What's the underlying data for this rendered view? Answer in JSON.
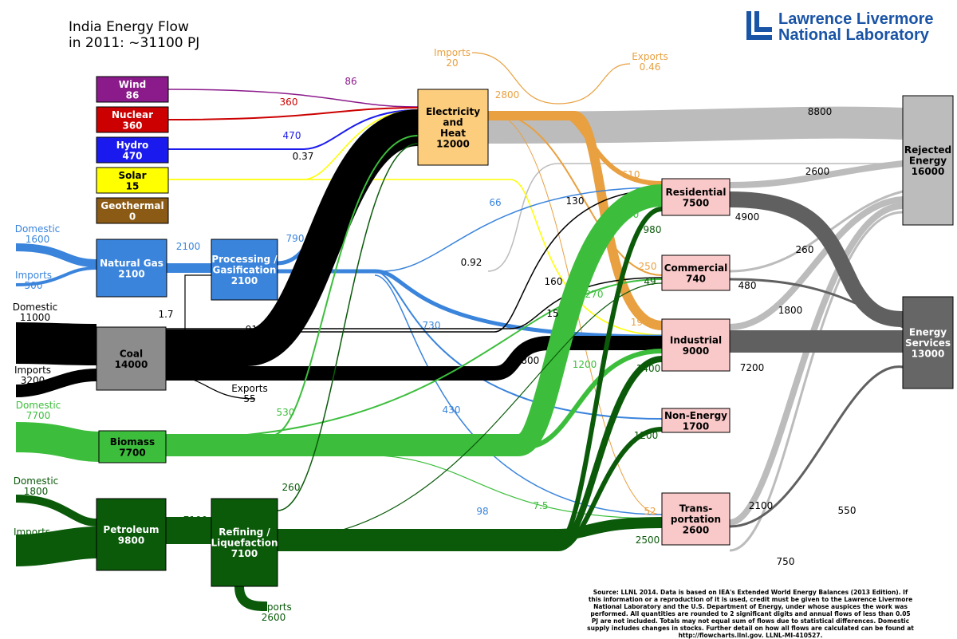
{
  "title": "India Energy Flow\nin 2011: ~31100 PJ",
  "logo": {
    "line1": "Lawrence Livermore",
    "line2": "National Laboratory"
  },
  "source_note": "Source: LLNL 2014. Data is based on IEA's Extended World Energy Balances (2013 Edition). If this information or a reproduction of it is used, credit must be given to the Lawrence Livermore National Laboratory and the U.S. Department of Energy, under whose auspices the work was performed. All quantities are rounded to 2 significant digits and annual flows of less than 0.05 PJ are not included. Totals may not equal sum of flows due to statistical differences. Domestic supply includes changes in stocks. Further detail on how all flows are calculated can be found at http://flowcharts.llnl.gov. LLNL-MI-410527.",
  "colors": {
    "wind": "#8b1a8b",
    "nuclear": "#cc0000",
    "hydro": "#1a1aee",
    "solar": "#ffff00",
    "geothermal": "#8b5a14",
    "gas": "#3a84dc",
    "coal": "#000000",
    "biomass": "#3cbe3c",
    "petroleum": "#0a5a0a",
    "electricity": "#e8a040",
    "rejected": "#bcbcbc",
    "services": "#606060",
    "sector": "#f9c8c8",
    "elec_box": "#fbcd7c"
  },
  "nodes": {
    "wind": {
      "label": "Wind",
      "value": "86"
    },
    "nuclear": {
      "label": "Nuclear",
      "value": "360"
    },
    "hydro": {
      "label": "Hydro",
      "value": "470"
    },
    "solar": {
      "label": "Solar",
      "value": "15"
    },
    "geothermal": {
      "label": "Geothermal",
      "value": "0"
    },
    "natural_gas": {
      "label": "Natural Gas",
      "value": "2100"
    },
    "processing": {
      "label": "Processing /\nGasification",
      "value": "2100"
    },
    "coal": {
      "label": "Coal",
      "value": "14000"
    },
    "biomass": {
      "label": "Biomass",
      "value": "7700"
    },
    "petroleum": {
      "label": "Petroleum",
      "value": "9800"
    },
    "refining": {
      "label": "Refining /\nLiquefaction",
      "value": "7100"
    },
    "electricity": {
      "label": "Electricity\nand\nHeat",
      "value": "12000"
    },
    "residential": {
      "label": "Residential",
      "value": "7500"
    },
    "commercial": {
      "label": "Commercial",
      "value": "740"
    },
    "industrial": {
      "label": "Industrial",
      "value": "9000"
    },
    "non_energy": {
      "label": "Non-Energy",
      "value": "1700"
    },
    "transportation": {
      "label": "Trans-\nportation",
      "value": "2600"
    },
    "rejected": {
      "label": "Rejected\nEnergy",
      "value": "16000"
    },
    "services": {
      "label": "Energy\nServices",
      "value": "13000"
    }
  },
  "source_labels": [
    {
      "id": "gas_domestic",
      "text": "Domestic\n1600",
      "color": "gas"
    },
    {
      "id": "gas_imports",
      "text": "Imports\n500",
      "color": "gas"
    },
    {
      "id": "coal_domestic",
      "text": "Domestic\n11000",
      "color": "coal"
    },
    {
      "id": "coal_imports",
      "text": "Imports\n3200",
      "color": "coal"
    },
    {
      "id": "coal_exports",
      "text": "Exports\n55",
      "color": "coal"
    },
    {
      "id": "bio_domestic",
      "text": "Domestic\n7700",
      "color": "biomass"
    },
    {
      "id": "pet_domestic",
      "text": "Domestic\n1800",
      "color": "petroleum"
    },
    {
      "id": "pet_imports",
      "text": "Imports\n8000",
      "color": "petroleum"
    },
    {
      "id": "ref_exports",
      "text": "Exports\n2600",
      "color": "petroleum"
    },
    {
      "id": "elec_imports",
      "text": "Imports\n20",
      "color": "electricity"
    },
    {
      "id": "elec_exports",
      "text": "Exports\n0.46",
      "color": "electricity"
    }
  ],
  "flow_labels": [
    {
      "id": "wind_elec",
      "text": "86",
      "color": "wind"
    },
    {
      "id": "nuc_elec",
      "text": "360",
      "color": "nuclear"
    },
    {
      "id": "hydro_elec",
      "text": "470",
      "color": "hydro"
    },
    {
      "id": "solar_elec",
      "text": "0.37",
      "color": "coal"
    },
    {
      "id": "gas_proc",
      "text": "2100",
      "color": "gas"
    },
    {
      "id": "proc_elec",
      "text": "790",
      "color": "gas"
    },
    {
      "id": "coal_proc",
      "text": "1.7",
      "color": "coal"
    },
    {
      "id": "coal_elec",
      "text": "9100",
      "color": "coal"
    },
    {
      "id": "bio_elec",
      "text": "530",
      "color": "biomass"
    },
    {
      "id": "pet_ref",
      "text": "7100",
      "color": "petroleum"
    },
    {
      "id": "ref_elec",
      "text": "260",
      "color": "petroleum"
    },
    {
      "id": "elec_gross",
      "text": "2800",
      "color": "electricity"
    },
    {
      "id": "elec_rej",
      "text": "8800",
      "color": "coal"
    },
    {
      "id": "elec_res",
      "text": "610",
      "color": "electricity"
    },
    {
      "id": "gas_res",
      "text": "66",
      "color": "gas"
    },
    {
      "id": "coal_res",
      "text": "130",
      "color": "coal"
    },
    {
      "id": "bio_res",
      "text": "5700",
      "color": "biomass"
    },
    {
      "id": "pet_res",
      "text": "980",
      "color": "petroleum"
    },
    {
      "id": "gas_com",
      "text": "0.92",
      "color": "coal"
    },
    {
      "id": "elec_com",
      "text": "250",
      "color": "electricity"
    },
    {
      "id": "pet_com",
      "text": "49",
      "color": "petroleum"
    },
    {
      "id": "coal_com",
      "text": "160",
      "color": "coal"
    },
    {
      "id": "bio_com",
      "text": "270",
      "color": "biomass"
    },
    {
      "id": "solar_ind",
      "text": "15",
      "color": "coal"
    },
    {
      "id": "gas_ind",
      "text": "730",
      "color": "gas"
    },
    {
      "id": "elec_ind",
      "text": "1900",
      "color": "electricity"
    },
    {
      "id": "coal_ind",
      "text": "3800",
      "color": "coal"
    },
    {
      "id": "bio_ind",
      "text": "1200",
      "color": "biomass"
    },
    {
      "id": "pet_ind",
      "text": "1400",
      "color": "petroleum"
    },
    {
      "id": "gas_nonen",
      "text": "430",
      "color": "gas"
    },
    {
      "id": "pet_nonen",
      "text": "1200",
      "color": "petroleum"
    },
    {
      "id": "gas_trans",
      "text": "98",
      "color": "gas"
    },
    {
      "id": "bio_trans",
      "text": "7.5",
      "color": "biomass"
    },
    {
      "id": "elec_trans",
      "text": "52",
      "color": "electricity"
    },
    {
      "id": "pet_trans",
      "text": "2500",
      "color": "petroleum"
    },
    {
      "id": "res_rej",
      "text": "2600",
      "color": "coal"
    },
    {
      "id": "res_serv",
      "text": "4900",
      "color": "coal"
    },
    {
      "id": "com_rej",
      "text": "260",
      "color": "coal"
    },
    {
      "id": "com_serv",
      "text": "480",
      "color": "coal"
    },
    {
      "id": "ind_rej",
      "text": "1800",
      "color": "coal"
    },
    {
      "id": "ind_serv",
      "text": "7200",
      "color": "coal"
    },
    {
      "id": "trans_rej",
      "text": "2100",
      "color": "coal"
    },
    {
      "id": "trans_serv",
      "text": "550",
      "color": "coal"
    },
    {
      "id": "nonen_rej",
      "text": "750",
      "color": "coal"
    }
  ]
}
